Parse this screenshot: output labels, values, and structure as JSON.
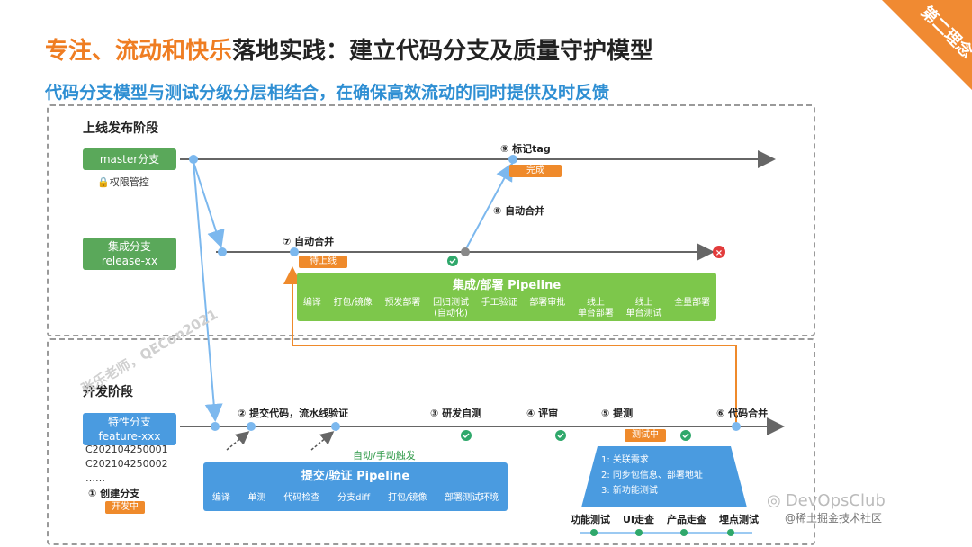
{
  "corner_label": "第二理念",
  "title": {
    "accent": "专注、流动和快乐",
    "rest": "落地实践：建立代码分支及质量守护模型"
  },
  "subtitle": "代码分支模型与测试分级分层相结合，在确保高效流动的同时提供及时反馈",
  "release_section": {
    "label": "上线发布阶段",
    "master_branch": "master分支",
    "permission": "权限管控",
    "integration_branch_line1": "集成分支",
    "integration_branch_line2": "release-xx",
    "step7": "⑦ 自动合并",
    "step8": "⑧ 自动合并",
    "step9": "⑨ 标记tag",
    "pending_tag": "待上线",
    "done_tag": "完成",
    "pipeline_title": "集成/部署 Pipeline",
    "pipeline_steps": [
      "编译",
      "打包/镜像",
      "预发部署",
      "回归测试\n(自动化)",
      "手工验证",
      "部署审批",
      "线上\n单台部署",
      "线上\n单台测试",
      "全量部署"
    ]
  },
  "dev_section": {
    "label": "开发阶段",
    "feature_branch_line1": "特性分支",
    "feature_branch_line2": "feature-xxx",
    "commits": [
      "C202104250001",
      "C202104250002",
      "……"
    ],
    "step1": "① 创建分支",
    "developing_tag": "开发中",
    "step2": "② 提交代码，流水线验证",
    "step3": "③ 研发自测",
    "step4": "④ 评审",
    "step5": "⑤ 提测",
    "step6": "⑥ 代码合并",
    "testing_tag": "测试中",
    "trigger": "自动/手动触发",
    "pipeline_title": "提交/验证 Pipeline",
    "pipeline_steps": [
      "编译",
      "单测",
      "代码检查",
      "分支diff",
      "打包/镜像",
      "部署测试环境"
    ],
    "test_items": [
      "1: 关联需求",
      "2: 同步包信息、部署地址",
      "3: 新功能测试"
    ],
    "test_labels": [
      "功能测试",
      "UI走查",
      "产品走查",
      "埋点测试"
    ]
  },
  "watermark": "张乐老师，QECon2021",
  "brand": {
    "name": "DevOpsClub",
    "community": "@稀土掘金技术社区"
  }
}
